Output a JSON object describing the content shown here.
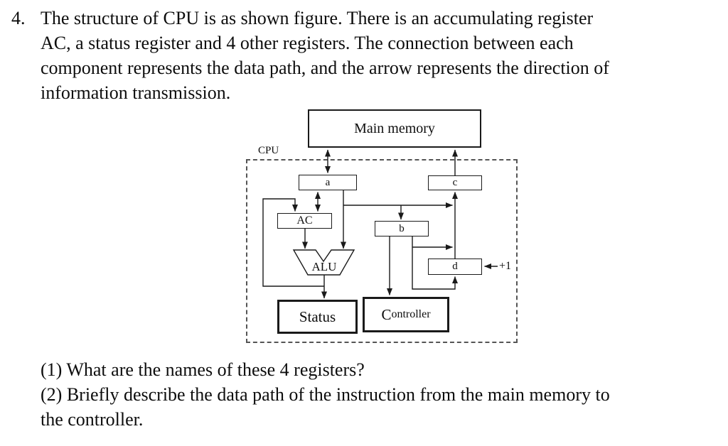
{
  "question": {
    "number": "4.",
    "lines": [
      "The structure of CPU is as shown figure. There is an accumulating register",
      "AC, a status register and 4 other registers. The connection between each",
      "component represents the data path, and the arrow represents the direction of",
      "information transmission."
    ]
  },
  "diagram": {
    "main_memory_label": "Main memory",
    "cpu_label": "CPU",
    "register_a_label": "a",
    "register_b_label": "b",
    "register_c_label": "c",
    "register_d_label": "d",
    "ac_label": "AC",
    "alu_label": "ALU",
    "status_label": "Status",
    "controller_initial": "C",
    "controller_rest": "ontroller",
    "increment_label": "+1",
    "colors": {
      "line": "#1a1a1a",
      "dashed_border": "#555555",
      "background": "#ffffff"
    }
  },
  "subquestions": {
    "lines": [
      "(1) What are the names of these 4 registers?",
      "(2) Briefly describe the data path of the instruction from the main memory to",
      "the controller."
    ]
  }
}
